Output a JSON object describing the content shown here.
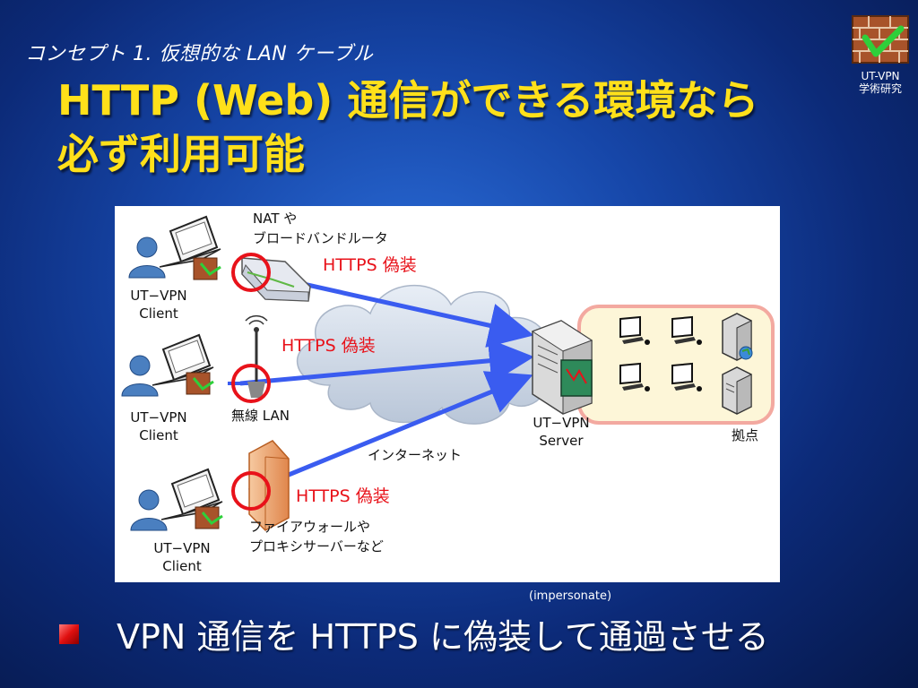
{
  "slide": {
    "subtitle": "コンセプト 1. 仮想的な LAN ケーブル",
    "title_line1": "HTTP (Web) 通信ができる環境なら",
    "title_line2": "必ず利用可能",
    "logo_line1": "UT-VPN",
    "logo_line2": "学術研究",
    "impersonate_note": "(impersonate)",
    "bullet": "VPN 通信を HTTPS に偽装して通過させる"
  },
  "diagram": {
    "nat_label_line1": "NAT や",
    "nat_label_line2": "ブロードバンドルータ",
    "https_label": "HTTPS 偽装",
    "wireless_label": "無線 LAN",
    "internet_label": "インターネット",
    "firewall_label_line1": "ファイアウォールや",
    "firewall_label_line2": "プロキシサーバーなど",
    "client_line1": "UT−VPN",
    "client_line2": "Client",
    "server_line1": "UT−VPN",
    "server_line2": "Server",
    "site_label": "拠点"
  },
  "colors": {
    "title": "#ffe01a",
    "accent_red": "#e8121a",
    "arrow_blue": "#3a5cf0"
  }
}
